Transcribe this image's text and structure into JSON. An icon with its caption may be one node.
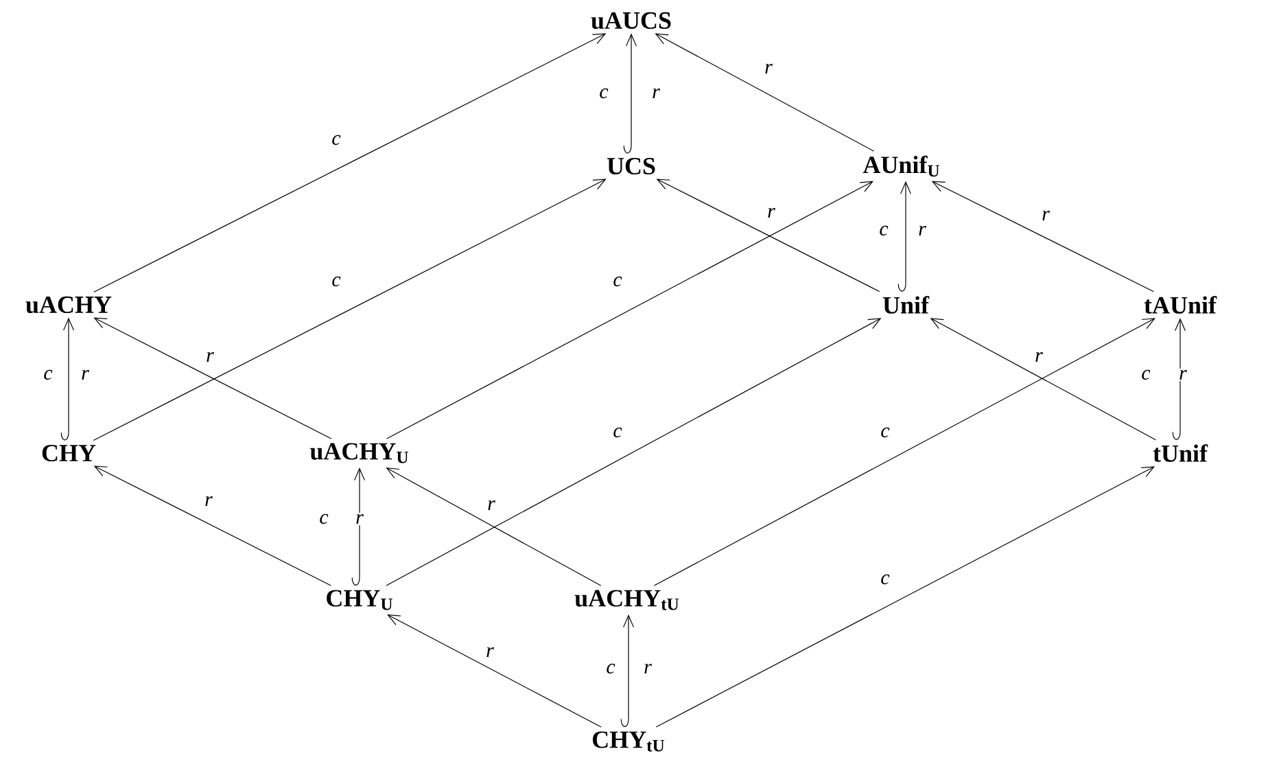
{
  "diagram": {
    "nodes": [
      {
        "text": [
          "uAUCS"
        ]
      },
      {
        "text": [
          "UCS"
        ]
      },
      {
        "text": [
          "AUnif$_{U}$"
        ]
      },
      {
        "text": [
          "uACHY"
        ]
      },
      {
        "text": [
          "Unif"
        ]
      },
      {
        "text": [
          "tAUnif"
        ]
      },
      {
        "text": [
          "CHY"
        ]
      },
      {
        "text": [
          "uACHY$_{U}$"
        ]
      },
      {
        "text": [
          "tUnif"
        ]
      },
      {
        "text": [
          "CHY$_{U}$"
        ]
      },
      {
        "text": [
          "uACHY$_{tU}$"
        ]
      },
      {
        "text": [
          "CHY$_{tU}$"
        ]
      }
    ],
    "edges": [
      {
        "from": 3,
        "to": 0,
        "arrow": "to",
        "label": "c"
      },
      {
        "from": 1,
        "to": 0,
        "arrow": "to",
        "label": "c"
      },
      {
        "from": 2,
        "to": 0,
        "arrow": "to",
        "label": "r"
      },
      {
        "from": 4,
        "to": 2,
        "arrow": "to",
        "label": "c"
      },
      {
        "from": 5,
        "to": 2,
        "arrow": "to",
        "label": "r"
      },
      {
        "from": 4,
        "to": 1,
        "arrow": "to",
        "label": "r"
      },
      {
        "from": 6,
        "to": 1,
        "arrow": "to",
        "label": "c"
      },
      {
        "from": 7,
        "to": 2,
        "arrow": "to",
        "label": "c"
      },
      {
        "from": 7,
        "to": 3,
        "arrow": "to",
        "label": "r"
      },
      {
        "from": 6,
        "to": 3,
        "arrow": "to",
        "label": "c"
      },
      {
        "from": 9,
        "to": 7,
        "arrow": "to",
        "label": "c"
      },
      {
        "from": 9,
        "to": 4,
        "arrow": "to",
        "label": "c"
      },
      {
        "from": 10,
        "to": 5,
        "arrow": "to",
        "label": "c"
      },
      {
        "from": 8,
        "to": 4,
        "arrow": "to",
        "label": "r"
      },
      {
        "from": 8,
        "to": 5,
        "arrow": "to",
        "label": "c"
      },
      {
        "from": 9,
        "to": 6,
        "arrow": "to",
        "label": "r"
      },
      {
        "from": 10,
        "to": 7,
        "arrow": "to",
        "label": "r"
      },
      {
        "from": 11,
        "to": 9,
        "arrow": "to",
        "label": "r"
      },
      {
        "from": 11,
        "to": 10,
        "arrow": "to",
        "label": "c"
      },
      {
        "from": 11,
        "to": 8,
        "arrow": "to",
        "label": "c"
      }
    ],
    "labels": [
      "r",
      "r",
      "r",
      "r",
      "r",
      "r"
    ]
  }
}
